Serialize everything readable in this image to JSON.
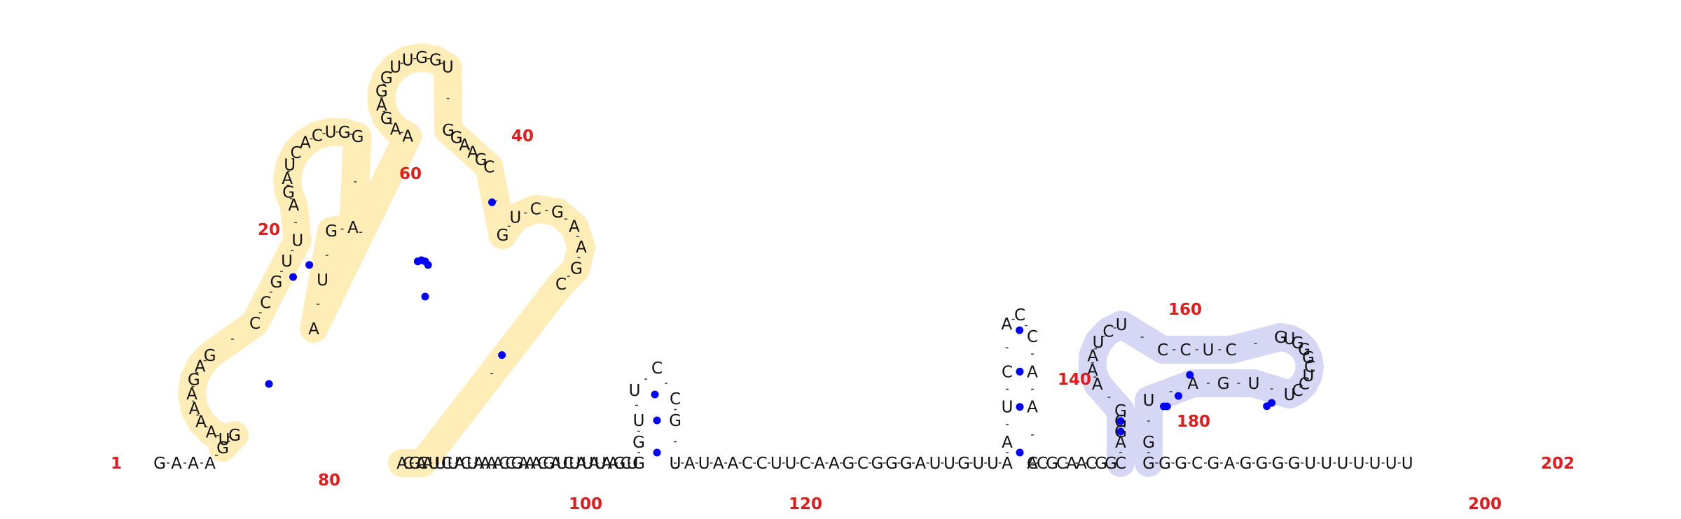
{
  "diagram": {
    "sequence": "GAAAGGUAAAAGAGCCGUUAGAUCACUGGAGUAAAGAGGUUGGUGGAAGCGUCGAAGCCACGAAUUCUACUAAAACCGAAACGAUCUAUAUAAGCUGGUUCCGUUAUAACCUUCAAGCGGGAUUGUUAAUCACCAAACCGCAACGGCAGGGAAAUCUCCUCGUGGGCUCCUUGAUGGGGCGAGGGGUUUUUUU",
    "pairs": [
      [
        6,
        32
      ],
      [
        15,
        29
      ],
      [
        30,
        14
      ],
      [
        33,
        56
      ],
      [
        58,
        55
      ],
      [
        59,
        44
      ],
      [
        60,
        43
      ],
      [
        61,
        42
      ],
      [
        62,
        41
      ],
      [
        63,
        40
      ],
      [
        97,
        103
      ],
      [
        98,
        102
      ],
      [
        99,
        101
      ],
      [
        128,
        136
      ],
      [
        129,
        135
      ],
      [
        130,
        134
      ],
      [
        131,
        133
      ],
      [
        147,
        149
      ],
      [
        148,
        150
      ],
      [
        157,
        177
      ],
      [
        158,
        176
      ],
      [
        159,
        175
      ],
      [
        160,
        174
      ],
      [
        163,
        182
      ],
      [
        164,
        181
      ]
    ],
    "number_labels": [
      "1",
      "20",
      "40",
      "60",
      "80",
      "100",
      "120",
      "140",
      "160",
      "180",
      "200",
      "202"
    ],
    "colors": {
      "highlight_yellow": "#ffcc33",
      "highlight_blue": "#7777dd",
      "pair_dot": "#0000ff",
      "number": "#e41a1c",
      "base": "#111111"
    }
  }
}
